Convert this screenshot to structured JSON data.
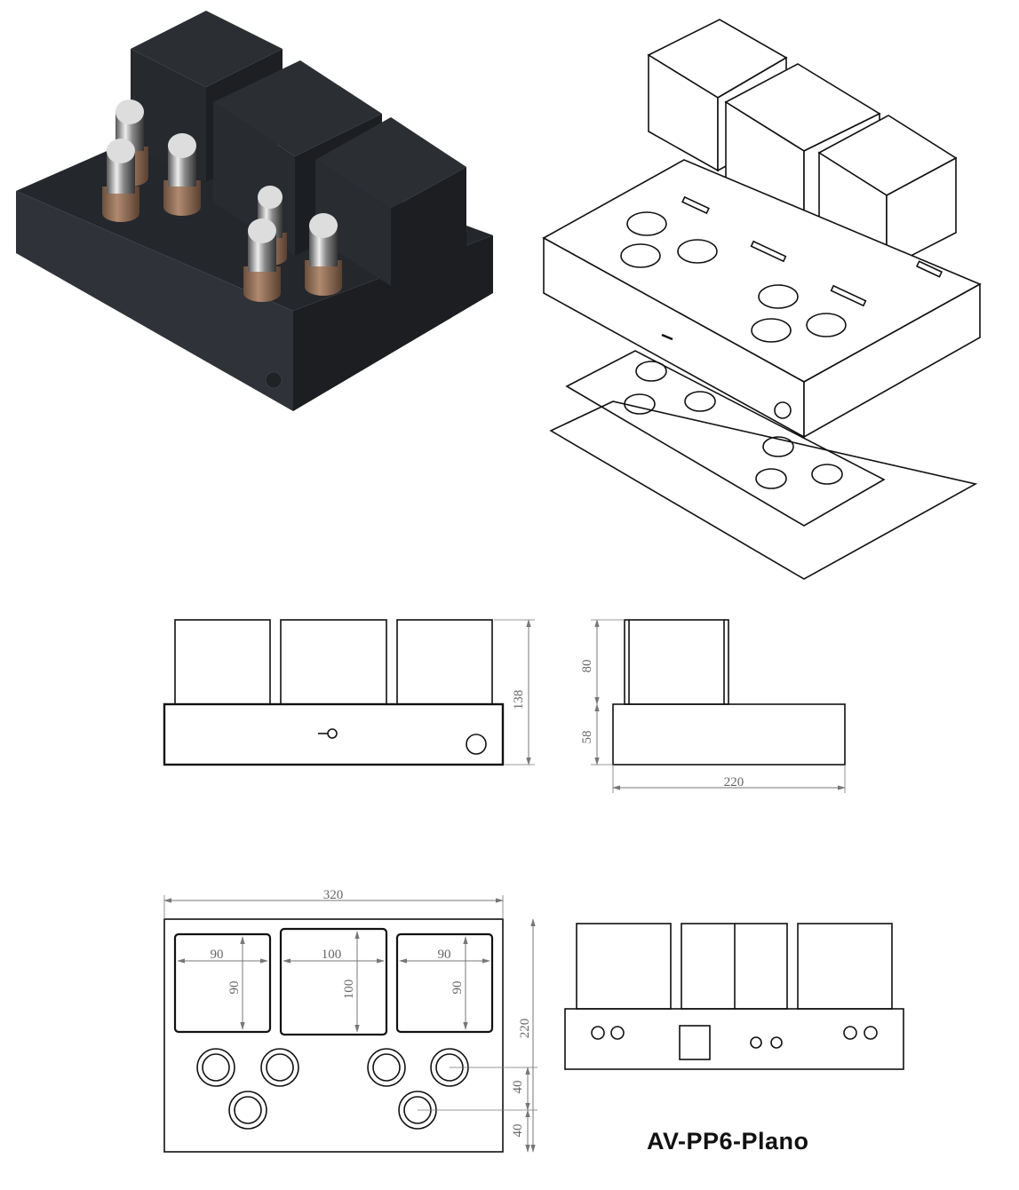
{
  "title": "AV-PP6-Plano",
  "dimensions": {
    "front_height_total": "138",
    "side_transformer_height": "80",
    "side_chassis_height": "58",
    "side_depth": "220",
    "top_width": "320",
    "top_depth": "220",
    "transformer_left_w": "90",
    "transformer_left_h": "90",
    "transformer_mid_w": "100",
    "transformer_mid_h": "100",
    "transformer_right_w": "90",
    "transformer_right_h": "90",
    "socket_row_spacing": "40",
    "socket_bottom_offset": "40"
  },
  "colors": {
    "chassis_dark": "#2a2d33",
    "tube_base": "#8a6a52",
    "line": "#111111",
    "dim_line": "#777777"
  }
}
